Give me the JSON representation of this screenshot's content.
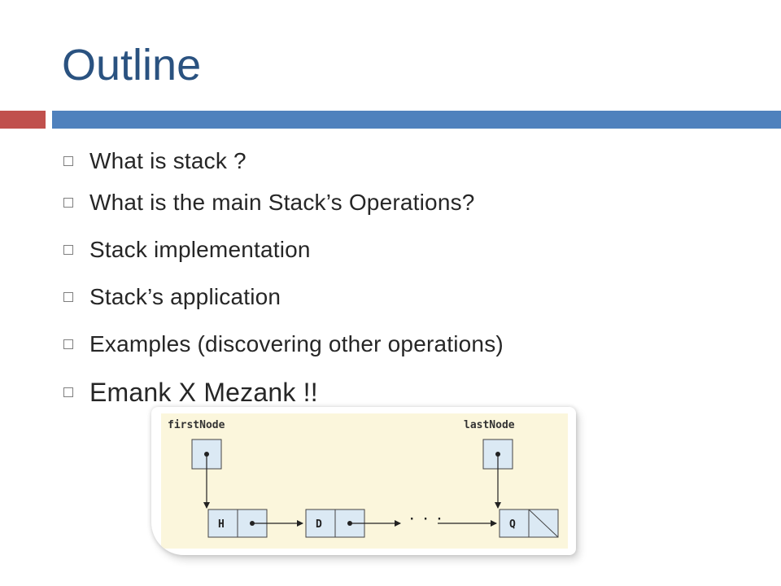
{
  "slide": {
    "title": "Outline",
    "bullets": [
      {
        "text": "What is stack ?"
      },
      {
        "text": "What is the main Stack’s Operations?"
      },
      {
        "text": "Stack implementation"
      },
      {
        "text": "Stack’s application"
      },
      {
        "text": "Examples (discovering other operations)"
      },
      {
        "text": "Emank X Mezank !!"
      }
    ]
  },
  "diagram": {
    "first_label": "firstNode",
    "last_label": "lastNode",
    "nodes": [
      "H",
      "D",
      "Q"
    ],
    "ellipsis": "· · ·"
  },
  "colors": {
    "title": "#2a5280",
    "accent_red": "#c0504d",
    "accent_blue": "#4f81bd",
    "diagram_bg": "#fbf6dc",
    "cell_fill": "#dbe9f4"
  }
}
